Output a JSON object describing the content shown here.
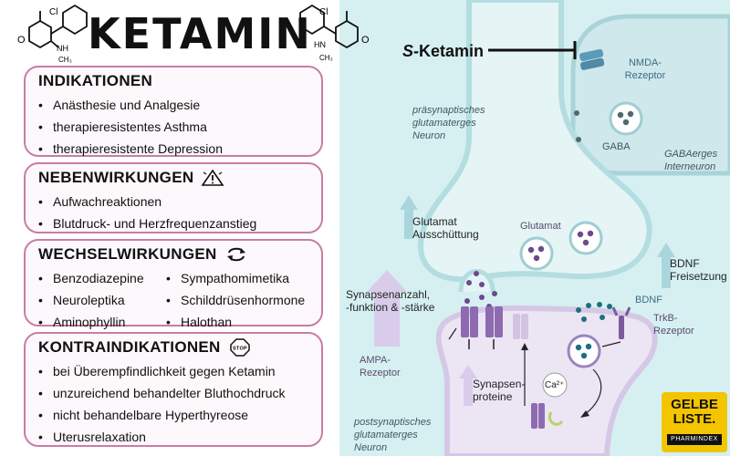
{
  "title": "KETAMIN",
  "molecule": {
    "atom_cl": "Cl",
    "atom_o": "O",
    "atom_nh": "HN",
    "atom_nh_r": "NH",
    "atom_ch3": "CH₃"
  },
  "boxes": {
    "indikationen": {
      "heading": "INDIKATIONEN",
      "items": [
        "Anästhesie und Analgesie",
        "therapieresistentes Asthma",
        "therapieresistente Depression"
      ]
    },
    "nebenwirkungen": {
      "heading": "NEBENWIRKUNGEN",
      "items": [
        "Aufwachreaktionen",
        "Blutdruck- und Herzfrequenzanstieg"
      ]
    },
    "wechselwirkungen": {
      "heading": "WECHSELWIRKUNGEN",
      "items_left": [
        "Benzodiazepine",
        "Neuroleptika",
        "Aminophyllin"
      ],
      "items_right": [
        "Sympathomimetika",
        "Schilddrüsenhormone",
        "Halothan"
      ]
    },
    "kontraindikationen": {
      "heading": "KONTRAINDIKATIONEN",
      "stop_text": "STOP",
      "items": [
        "bei Überempfindlichkeit gegen Ketamin",
        "unzureichend behandelter Bluthochdruck",
        "nicht behandelbare Hyperthyreose",
        "Uterusrelaxation"
      ]
    }
  },
  "diagram": {
    "ketamin_prefix": "S-",
    "ketamin_name": "Ketamin",
    "nmda": "NMDA-\nRezeptor",
    "gaba": "GABA",
    "gaba_neuron": "GABAerges\nInterneuron",
    "presynaptic": "präsynaptisches\nglutamaterges\nNeuron",
    "glutamat_release": "Glutamat\nAusschüttung",
    "glutamat": "Glutamat",
    "bdnf_release": "BDNF\nFreisetzung",
    "synapse_number": "Synapsenanzahl,\n-funktion & -stärke",
    "bdnf": "BDNF",
    "trkb": "TrkB-\nRezeptor",
    "ampa": "AMPA-\nRezeptor",
    "synapse_proteins": "Synapsen-\nproteine",
    "calcium": "Ca²⁺",
    "postsynaptic": "postsynaptisches\nglutamaterges\nNeuron"
  },
  "logo": {
    "line1": "GELBE",
    "line2": "LISTE.",
    "sub": "PHARMINDEX"
  },
  "colors": {
    "background_cell": "#d6f0f2",
    "membrane": "#b3dde1",
    "post_neuron": "#ece6f4",
    "box_border": "#c97ca6",
    "receptor_purple": "#7c5a9c",
    "nmda_blue": "#5c9bb8",
    "logo_yellow": "#f3c500"
  }
}
